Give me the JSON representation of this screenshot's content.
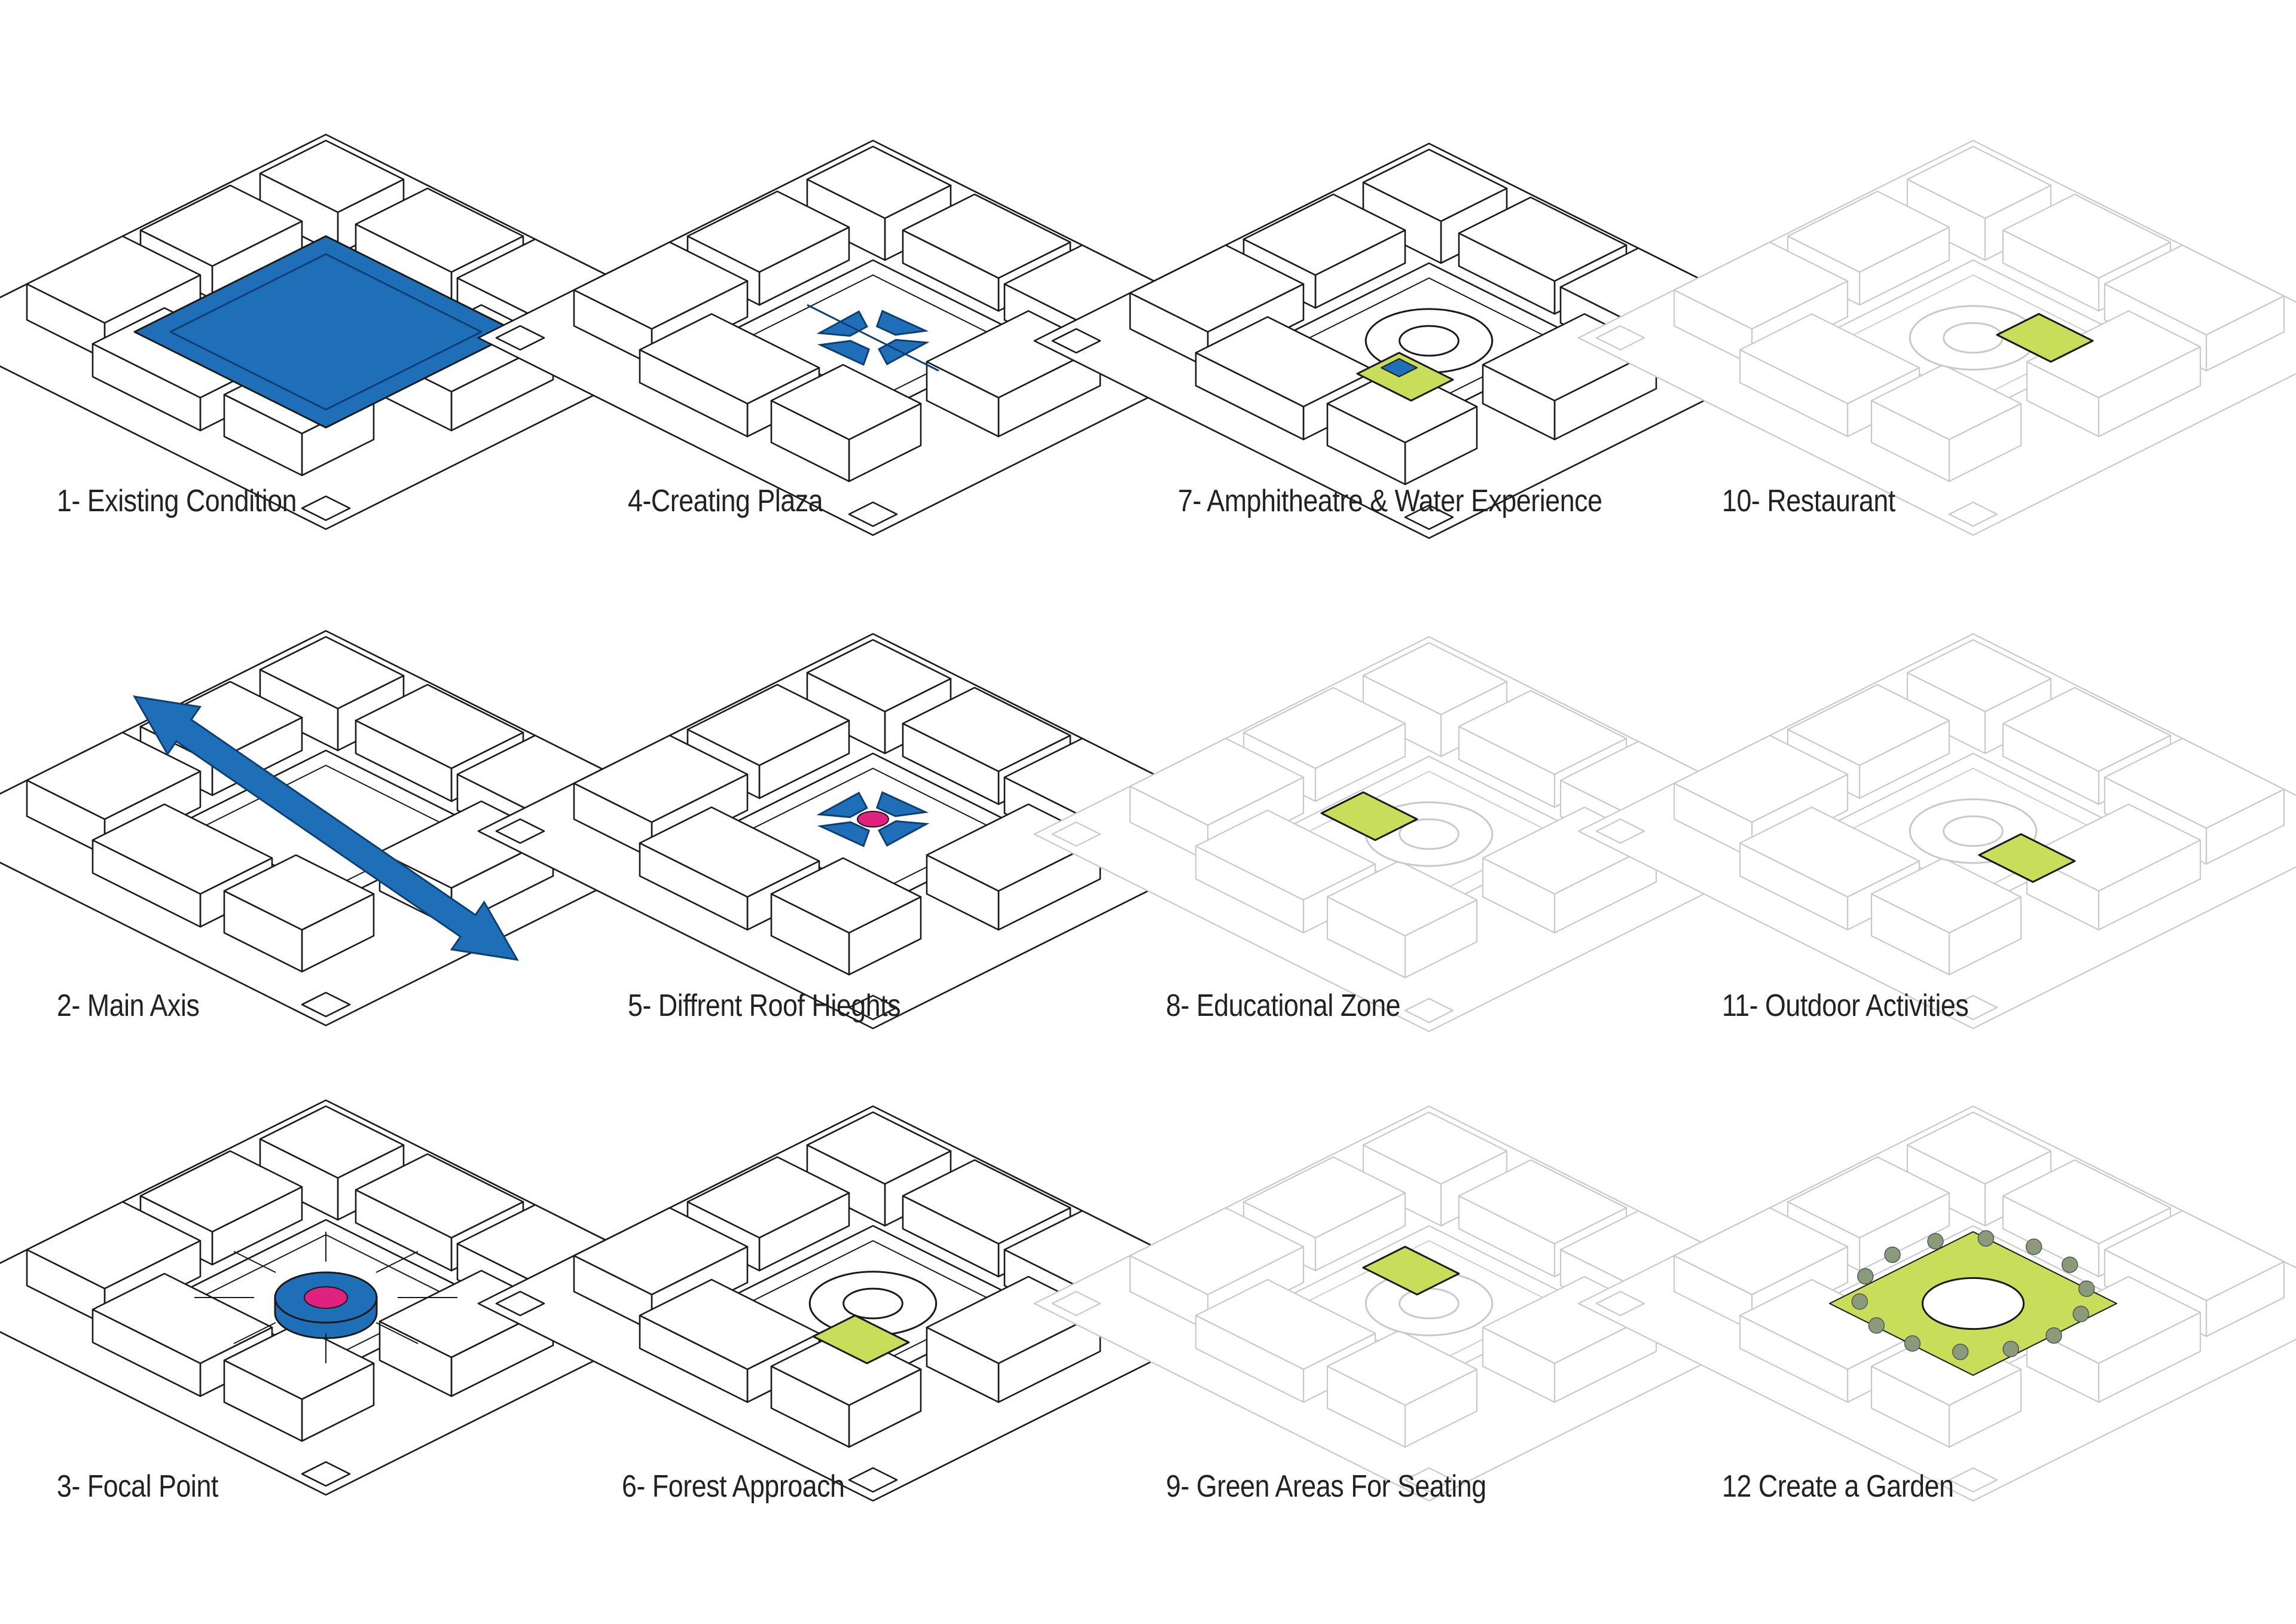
{
  "colors": {
    "blue": "#1f6fb8",
    "blue_dark": "#0e3f73",
    "magenta": "#e0217f",
    "green": "#c8dd5a",
    "line": "#1a1a1a",
    "faded_line": "#c9c9c9"
  },
  "panels": [
    {
      "id": "p1",
      "caption": "1- Existing Condition",
      "style": "bold",
      "feature": "square-blue-courtyard"
    },
    {
      "id": "p4",
      "caption": "4-Creating Plaza",
      "style": "bold",
      "feature": "blue-radial-plaza"
    },
    {
      "id": "p7",
      "caption": "7- Amphitheatre & Water Experience",
      "style": "bold",
      "feature": "amphitheatre-water"
    },
    {
      "id": "p10",
      "caption": "10- Restaurant",
      "style": "faded",
      "feature": "restaurant"
    },
    {
      "id": "p2",
      "caption": "2- Main Axis",
      "style": "bold",
      "feature": "main-axis-arrow"
    },
    {
      "id": "p5",
      "caption": "5- Diffrent Roof Hieghts",
      "style": "bold",
      "feature": "roof-heights"
    },
    {
      "id": "p8",
      "caption": "8- Educational Zone",
      "style": "faded",
      "feature": "educational-zone"
    },
    {
      "id": "p11",
      "caption": "11- Outdoor Activities",
      "style": "faded",
      "feature": "outdoor-activities"
    },
    {
      "id": "p3",
      "caption": "3- Focal Point",
      "style": "bold",
      "feature": "focal-point"
    },
    {
      "id": "p6",
      "caption": "6- Forest Approach",
      "style": "bold",
      "feature": "forest-approach"
    },
    {
      "id": "p9",
      "caption": "9- Green Areas For Seating",
      "style": "faded",
      "feature": "green-seating"
    },
    {
      "id": "p12",
      "caption": "12 Create a Garden",
      "style": "faded",
      "feature": "garden"
    }
  ]
}
